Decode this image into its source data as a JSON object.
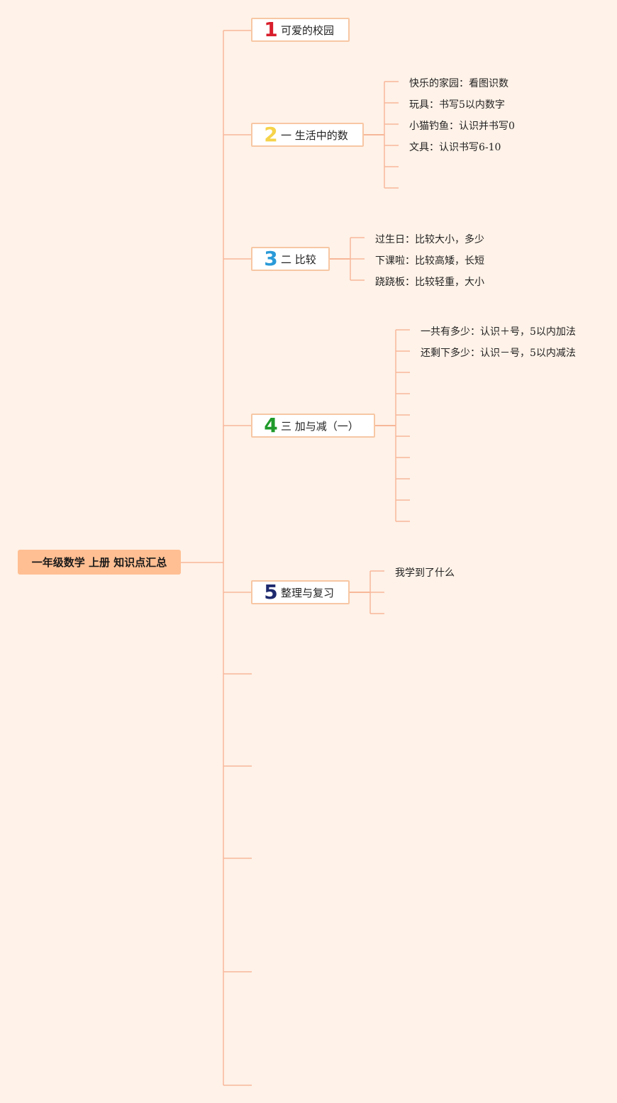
{
  "root": {
    "label": "一年级数学 上册 知识点汇总"
  },
  "branches": [
    {
      "num": "1",
      "num_color": "#d81e2c",
      "label": "可爱的校园",
      "items": []
    },
    {
      "num": "2",
      "num_color": "#f5d34a",
      "label": "一 生活中的数",
      "items": [
        "快乐的家园：看图识数",
        "玩具：书写5以内数字",
        "小猫钓鱼：认识并书写0",
        "文具：认识书写6-10"
      ]
    },
    {
      "num": "3",
      "num_color": "#2a9ad8",
      "label": "二 比较",
      "items": [
        "过生日：比较大小，多少",
        "下课啦：比较高矮，长短",
        "跷跷板：比较轻重，大小"
      ]
    },
    {
      "num": "4",
      "num_color": "#1f9a2a",
      "label": "三 加与减（一）",
      "items": [
        "一共有多少：认识＋号，5以内加法",
        "还剩下多少：认识－号，5以内减法"
      ]
    },
    {
      "num": "5",
      "num_color": "#1e2a6e",
      "label": "整理与复习",
      "items": [
        "我学到了什么"
      ]
    }
  ],
  "colors": {
    "background": "#fff2e8",
    "line": "#f7b79a",
    "root_fill": "#ffbf93"
  }
}
